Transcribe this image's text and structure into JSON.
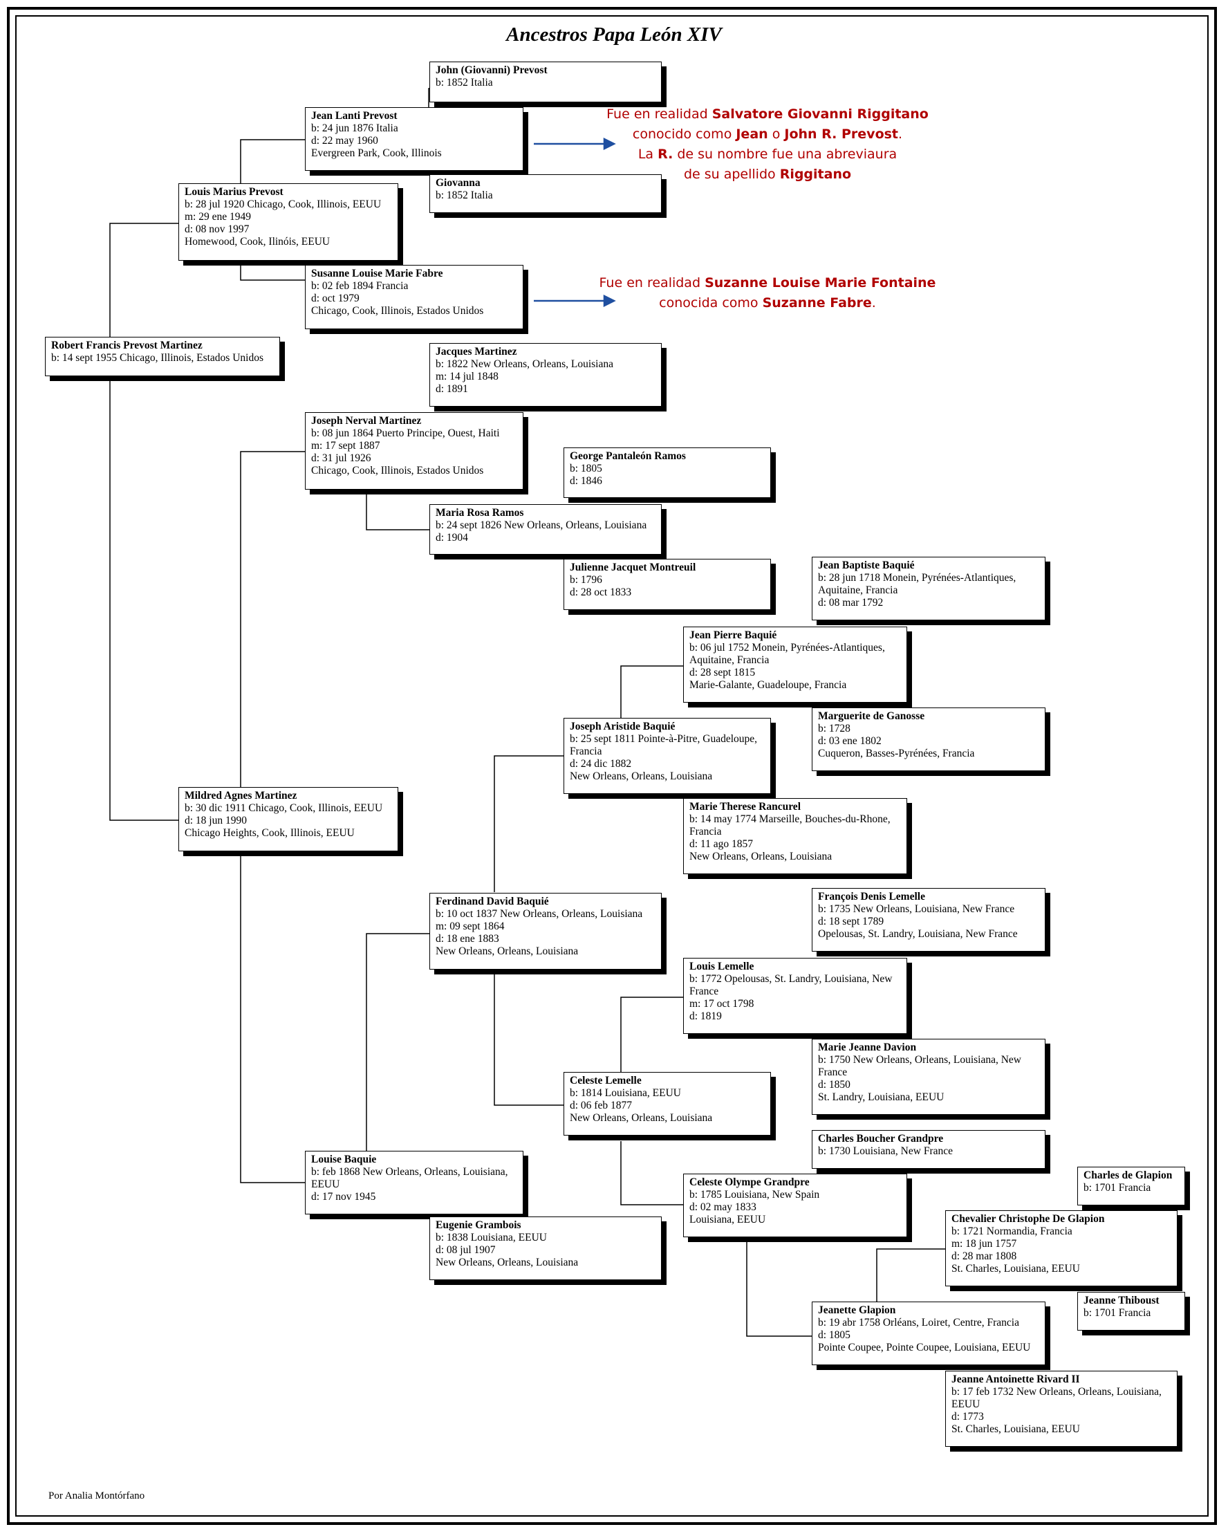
{
  "title": "Ancestros  Papa León XIV",
  "credit": "Por Analia Montórfano",
  "people": {
    "john": {
      "name": "John (Giovanni) Prevost",
      "lines": [
        "b: 1852 Italia"
      ]
    },
    "jean": {
      "name": "Jean Lanti Prevost",
      "lines": [
        "b: 24 jun 1876 Italia",
        "d: 22 may 1960",
        "Evergreen Park, Cook, Illinois"
      ]
    },
    "giovanna": {
      "name": "Giovanna",
      "lines": [
        "b: 1852 Italia"
      ]
    },
    "louis_m": {
      "name": "Louis Marius Prevost",
      "lines": [
        "b: 28 jul 1920 Chicago, Cook, Illinois, EEUU",
        "m: 29 ene 1949",
        "d: 08 nov 1997",
        "Homewood, Cook, Ilinóis, EEUU"
      ]
    },
    "susanne": {
      "name": "Susanne Louise Marie Fabre",
      "lines": [
        "b: 02 feb 1894 Francia",
        "d: oct 1979",
        "Chicago, Cook, Illinois, Estados Unidos"
      ]
    },
    "robert": {
      "name": "Robert Francis Prevost Martinez",
      "lines": [
        "b: 14 sept 1955 Chicago, Illinois, Estados Unidos"
      ]
    },
    "jacques": {
      "name": "Jacques Martinez",
      "lines": [
        "b: 1822 New Orleans, Orleans, Louisiana",
        "m: 14 jul 1848",
        "d: 1891"
      ]
    },
    "joseph_n": {
      "name": "Joseph Nerval Martinez",
      "lines": [
        "b: 08 jun 1864 Puerto Principe, Ouest, Haiti",
        "m: 17 sept 1887",
        "d: 31 jul 1926",
        "Chicago, Cook, Illinois, Estados Unidos"
      ]
    },
    "george": {
      "name": "George Pantaleón Ramos",
      "lines": [
        "b: 1805",
        "d: 1846"
      ]
    },
    "maria": {
      "name": "Maria Rosa Ramos",
      "lines": [
        "b: 24 sept 1826 New Orleans, Orleans, Louisiana",
        "d: 1904"
      ]
    },
    "julienne": {
      "name": "Julienne Jacquet Montreuil",
      "lines": [
        "b: 1796",
        "d: 28 oct 1833"
      ]
    },
    "jean_b": {
      "name": "Jean Baptiste Baquié",
      "lines": [
        "b: 28 jun 1718 Monein, Pyrénées-Atlantiques,",
        "Aquitaine, Francia",
        "d: 08 mar 1792"
      ]
    },
    "jean_p": {
      "name": "Jean Pierre Baquié",
      "lines": [
        "b: 06 jul 1752 Monein, Pyrénées-Atlantiques,",
        "Aquitaine, Francia",
        "d: 28 sept 1815",
        "Marie-Galante, Guadeloupe, Francia"
      ]
    },
    "marguerite": {
      "name": "Marguerite de Ganosse",
      "lines": [
        "b: 1728",
        "d: 03 ene 1802",
        "Cuqueron, Basses-Pyrénées, Francia"
      ]
    },
    "joseph_a": {
      "name": "Joseph Aristide Baquié",
      "lines": [
        "b: 25 sept 1811 Pointe-à-Pitre, Guadeloupe,",
        "Francia",
        "d: 24 dic 1882",
        "New Orleans, Orleans, Louisiana"
      ]
    },
    "marie_t": {
      "name": "Marie Therese Rancurel",
      "lines": [
        "b: 14 may 1774 Marseille, Bouches-du-Rhone,",
        "Francia",
        "d: 11 ago 1857",
        "New Orleans, Orleans, Louisiana"
      ]
    },
    "mildred": {
      "name": "Mildred Agnes Martinez",
      "lines": [
        "b: 30 dic 1911 Chicago, Cook, Illinois, EEUU",
        "d: 18 jun 1990",
        "Chicago Heights, Cook, Illinois, EEUU"
      ]
    },
    "francois": {
      "name": "François Denis Lemelle",
      "lines": [
        "b: 1735 New Orleans, Louisiana, New France",
        "d: 18 sept 1789",
        "Opelousas, St. Landry, Louisiana, New France"
      ]
    },
    "ferdinand": {
      "name": "Ferdinand David Baquié",
      "lines": [
        "b: 10 oct 1837 New Orleans, Orleans, Louisiana",
        "m: 09 sept 1864",
        "d: 18 ene 1883",
        "New Orleans, Orleans, Louisiana"
      ]
    },
    "louis_l": {
      "name": "Louis Lemelle",
      "lines": [
        "b: 1772 Opelousas, St. Landry, Louisiana, New",
        "France",
        "m: 17 oct 1798",
        "d: 1819"
      ]
    },
    "marie_j": {
      "name": "Marie Jeanne Davion",
      "lines": [
        "b: 1750 New Orleans, Orleans, Louisiana, New",
        "France",
        "d: 1850",
        "St. Landry, Louisiana, EEUU"
      ]
    },
    "celeste_l": {
      "name": "Celeste Lemelle",
      "lines": [
        "b: 1814 Louisiana, EEUU",
        "d: 06 feb 1877",
        "New Orleans, Orleans, Louisiana"
      ]
    },
    "charles_b": {
      "name": "Charles Boucher Grandpre",
      "lines": [
        "b: 1730 Louisiana, New France"
      ]
    },
    "louise": {
      "name": "Louise Baquie",
      "lines": [
        "b: feb 1868 New Orleans, Orleans, Louisiana,",
        "EEUU",
        "d: 17 nov 1945"
      ]
    },
    "celeste_o": {
      "name": "Celeste Olympe Grandpre",
      "lines": [
        "b: 1785 Louisiana, New Spain",
        "d: 02 may 1833",
        "Louisiana, EEUU"
      ]
    },
    "charles_g": {
      "name": "Charles de Glapion",
      "lines": [
        "b: 1701 Francia"
      ]
    },
    "chevalier": {
      "name": "Chevalier Christophe De Glapion",
      "lines": [
        "b: 1721 Normandia, Francia",
        "m: 18 jun 1757",
        "d: 28 mar 1808",
        "St. Charles, Louisiana, EEUU"
      ]
    },
    "eugenie": {
      "name": "Eugenie Grambois",
      "lines": [
        "b: 1838 Louisiana, EEUU",
        "d: 08 jul 1907",
        "New Orleans, Orleans, Louisiana"
      ]
    },
    "jeanne_t": {
      "name": "Jeanne Thiboust",
      "lines": [
        "b: 1701 Francia"
      ]
    },
    "jeanette": {
      "name": "Jeanette Glapion",
      "lines": [
        "b: 19 abr 1758 Orléans, Loiret, Centre, Francia",
        "d: 1805",
        "Pointe Coupee, Pointe Coupee, Louisiana, EEUU"
      ]
    },
    "jeanne_a": {
      "name": "Jeanne Antoinette Rivard II",
      "lines": [
        "b: 17 feb 1732 New Orleans, Orleans, Louisiana,",
        "EEUU",
        "d: 1773",
        "St. Charles, Louisiana, EEUU"
      ]
    }
  },
  "note1": {
    "l1a": "Fue en realidad ",
    "l1b": "Salvatore Giovanni Riggitano",
    "l2a": "conocido como  ",
    "l2b": "Jean",
    "l2c": " o ",
    "l2d": "John R. Prevost",
    ".": ".",
    "l3a": "La ",
    "l3b": "R.",
    "l3c": " de su nombre fue una abreviaura",
    "l4a": "de su apellido ",
    "l4b": "Riggitano"
  },
  "note2": {
    "l1a": "Fue en realidad ",
    "l1b": "Suzanne Louise Marie Fontaine",
    "l2a": "conocida como  ",
    "l2b": "Suzanne Fabre",
    "l2c": "."
  },
  "colors": {
    "note_text": "#b00000",
    "arrow": "#1f4fa0"
  }
}
